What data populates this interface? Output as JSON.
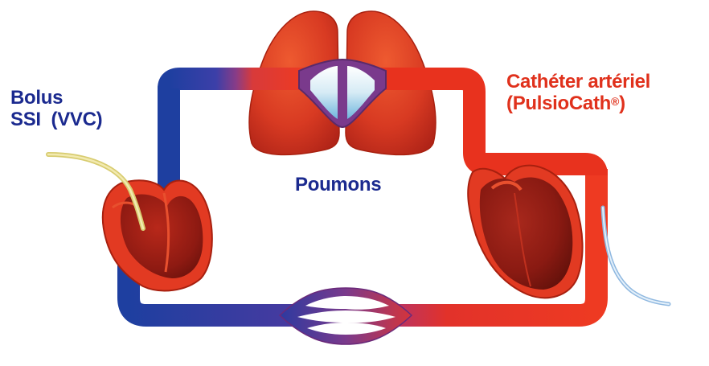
{
  "labels": {
    "bolus_line1": "Bolus",
    "bolus_line2": "SSI  (VVC)",
    "poumons": "Poumons",
    "catheter_line1": "Cathéter artériel",
    "catheter_line2_main": "(PulsioCath",
    "catheter_line2_reg": "®",
    "catheter_line2_end": ")"
  },
  "colors": {
    "venous_blue": "#1e3fa0",
    "arterial_red": "#e8321e",
    "label_blue": "#1b2a8f",
    "label_red": "#e0311c",
    "heart_dark": "#8e1a12",
    "lung_red": "#d83a22",
    "catheter_yellow": "#e8dc8c",
    "catheter_light_blue": "#a8c8e8",
    "alveoli_light_blue": "#8ec7e3"
  },
  "icons": {
    "left_heart": "heart-right-side-icon",
    "right_heart": "heart-left-side-icon",
    "lungs": "lungs-icon",
    "capillaries": "systemic-capillaries-icon"
  }
}
